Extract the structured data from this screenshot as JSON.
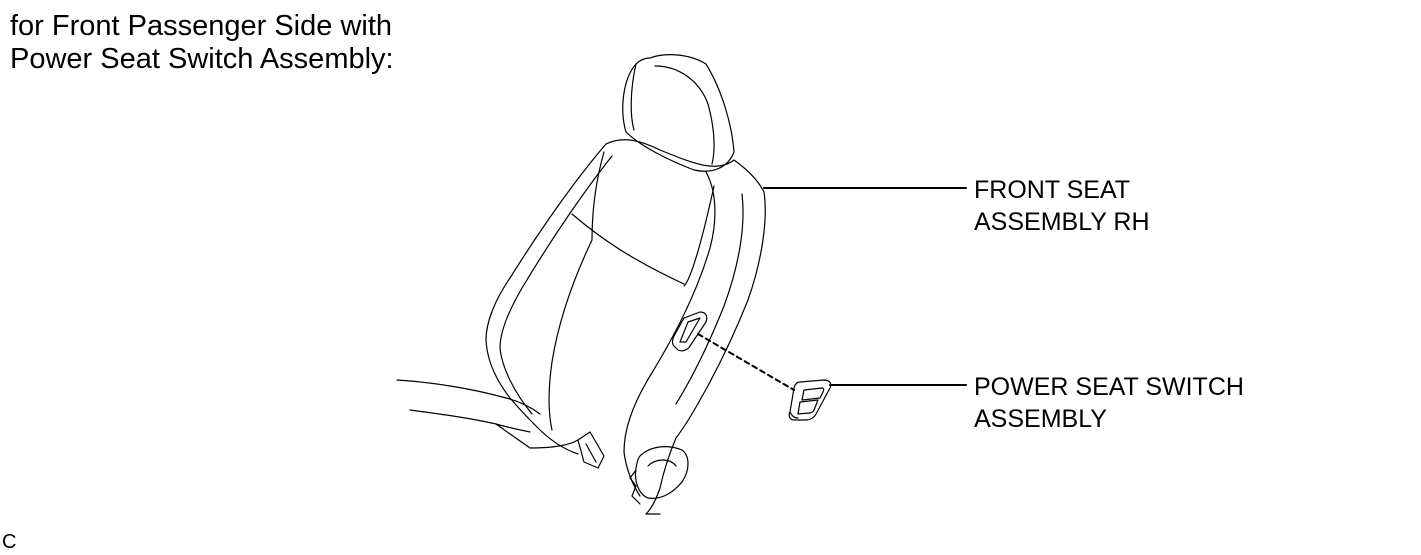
{
  "heading": {
    "line1": "for Front Passenger Side with",
    "line2": "Power Seat Switch Assembly:"
  },
  "callouts": {
    "front_seat": {
      "line1": "FRONT SEAT",
      "line2": "ASSEMBLY RH"
    },
    "power_switch": {
      "line1": "POWER SEAT SWITCH",
      "line2": "ASSEMBLY"
    }
  },
  "corner_code": "C",
  "colors": {
    "ink": "#000000",
    "paper": "#ffffff"
  }
}
